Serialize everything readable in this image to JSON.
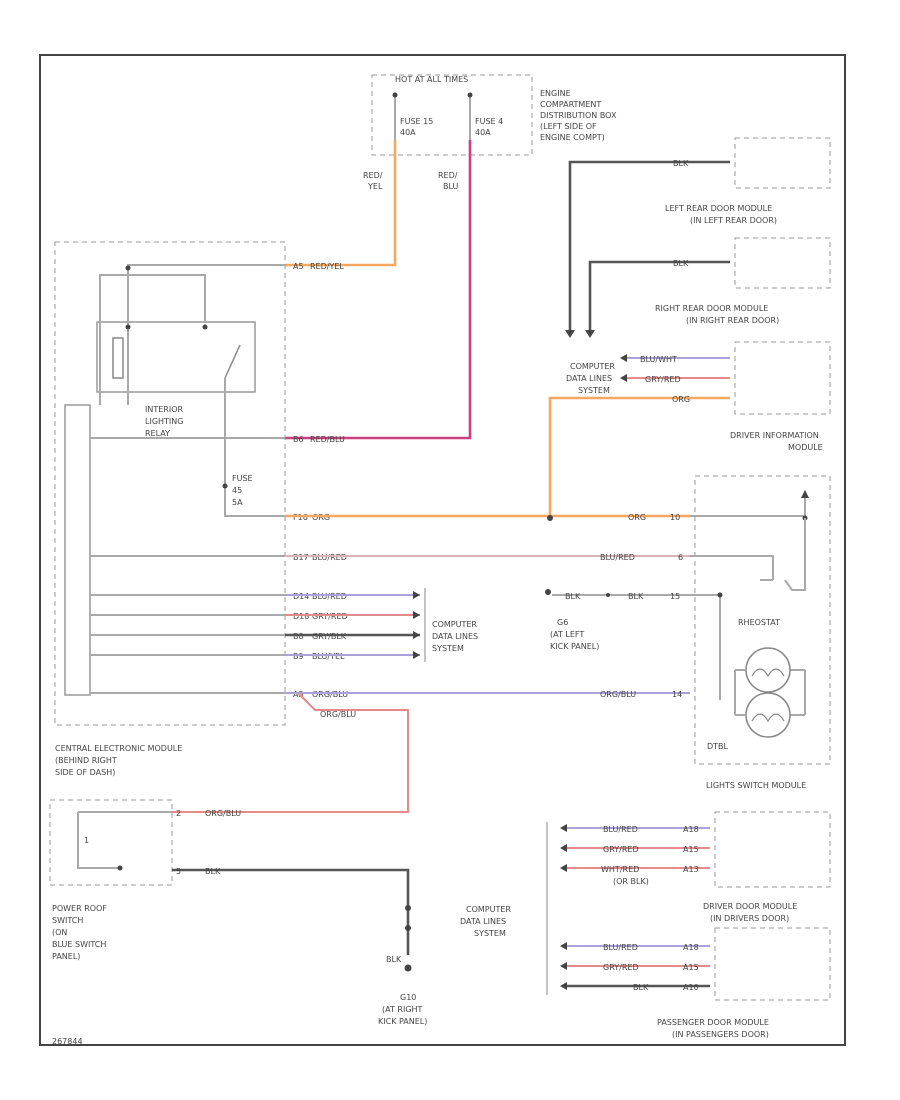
{
  "labels": {
    "hot_at_all_times": "HOT AT ALL TIMES",
    "fuse_15": [
      "FUSE 15",
      "40A"
    ],
    "fuse_4": [
      "FUSE 4",
      "40A"
    ],
    "engine_box": [
      "ENGINE",
      "COMPARTMENT",
      "DISTRIBUTION BOX",
      "(LEFT SIDE OF",
      "ENGINE COMPT)"
    ],
    "red_yel": [
      "RED/",
      "YEL"
    ],
    "red_blu": [
      "RED/",
      "BLU"
    ],
    "left_rear_door": [
      "LEFT REAR DOOR MODULE",
      "(IN LEFT REAR DOOR)"
    ],
    "right_rear_door": [
      "RIGHT REAR DOOR MODULE",
      "(IN RIGHT REAR DOOR)"
    ],
    "computer_data_lines_top": [
      "COMPUTER",
      "DATA LINES",
      "SYSTEM"
    ],
    "driver_info": [
      "DRIVER INFORMATION",
      "MODULE"
    ],
    "interior_relay": [
      "INTERIOR",
      "LIGHTING",
      "RELAY"
    ],
    "fuse_45": [
      "FUSE",
      "45",
      "5A"
    ],
    "computer_data_lines_mid": [
      "COMPUTER",
      "DATA LINES",
      "SYSTEM"
    ],
    "ground_g6": [
      "G6",
      "(AT LEFT",
      "KICK PANEL)"
    ],
    "rheostat": "RHEOSTAT",
    "dimmer": "DTBL",
    "lights_switch": "LIGHTS SWITCH MODULE",
    "cem": [
      "CENTRAL ELECTRONIC MODULE",
      "(BEHIND RIGHT",
      "SIDE OF DASH)"
    ],
    "power_roof": [
      "POWER ROOF",
      "SWITCH",
      "(ON",
      "BLUE SWITCH",
      "PANEL)"
    ],
    "computer_data_lines_bottom": [
      "COMPUTER",
      "DATA LINES",
      "SYSTEM"
    ],
    "or_blk": "(OR BLK)",
    "driver_door": [
      "DRIVER DOOR MODULE",
      "(IN DRIVERS DOOR)"
    ],
    "ground_g10": [
      "G10",
      "(AT RIGHT",
      "KICK PANEL)"
    ],
    "passenger_door": [
      "PASSENGER DOOR MODULE",
      "(IN PASSENGERS DOOR)"
    ],
    "figure_id": "267844"
  },
  "wires": {
    "blk": "BLK",
    "org": "ORG",
    "blu_wht": "BLU/WHT",
    "gry_red": "GRY/RED",
    "red_yel": "RED/YEL",
    "red_blu": "RED/BLU",
    "org_blu": "ORG/BLU",
    "blu_red": "BLU/RED",
    "gry_blk": "GRY/BLK",
    "blu_yel": "BLU/YEL",
    "wht_red": "WHT/RED"
  },
  "pins": {
    "cem_a5": "A5",
    "cem_red": "B6",
    "cem_fuse": "F16",
    "cem_blu": "B17",
    "cem_d1": "D14",
    "cem_d2": "D18",
    "cem_b": "B8",
    "cem_c": "B9",
    "cem_out": "A3",
    "ls_org": "10",
    "ls_blu": "6",
    "ls_blk": "15",
    "ls_orgblu": "14",
    "roof_1": "2",
    "roof_2": "1",
    "roof_3": "5",
    "dd_1": "A18",
    "dd_2": "A15",
    "dd_3": "A13",
    "pd_1": "A18",
    "pd_2": "A15",
    "pd_3": "A10"
  },
  "colors": {
    "orange": "#f6a860",
    "pink": "#c8407e",
    "violet": "#a9a3d9",
    "red": "#e58a8a",
    "black": "#555555",
    "gray": "#a9a9a9"
  }
}
